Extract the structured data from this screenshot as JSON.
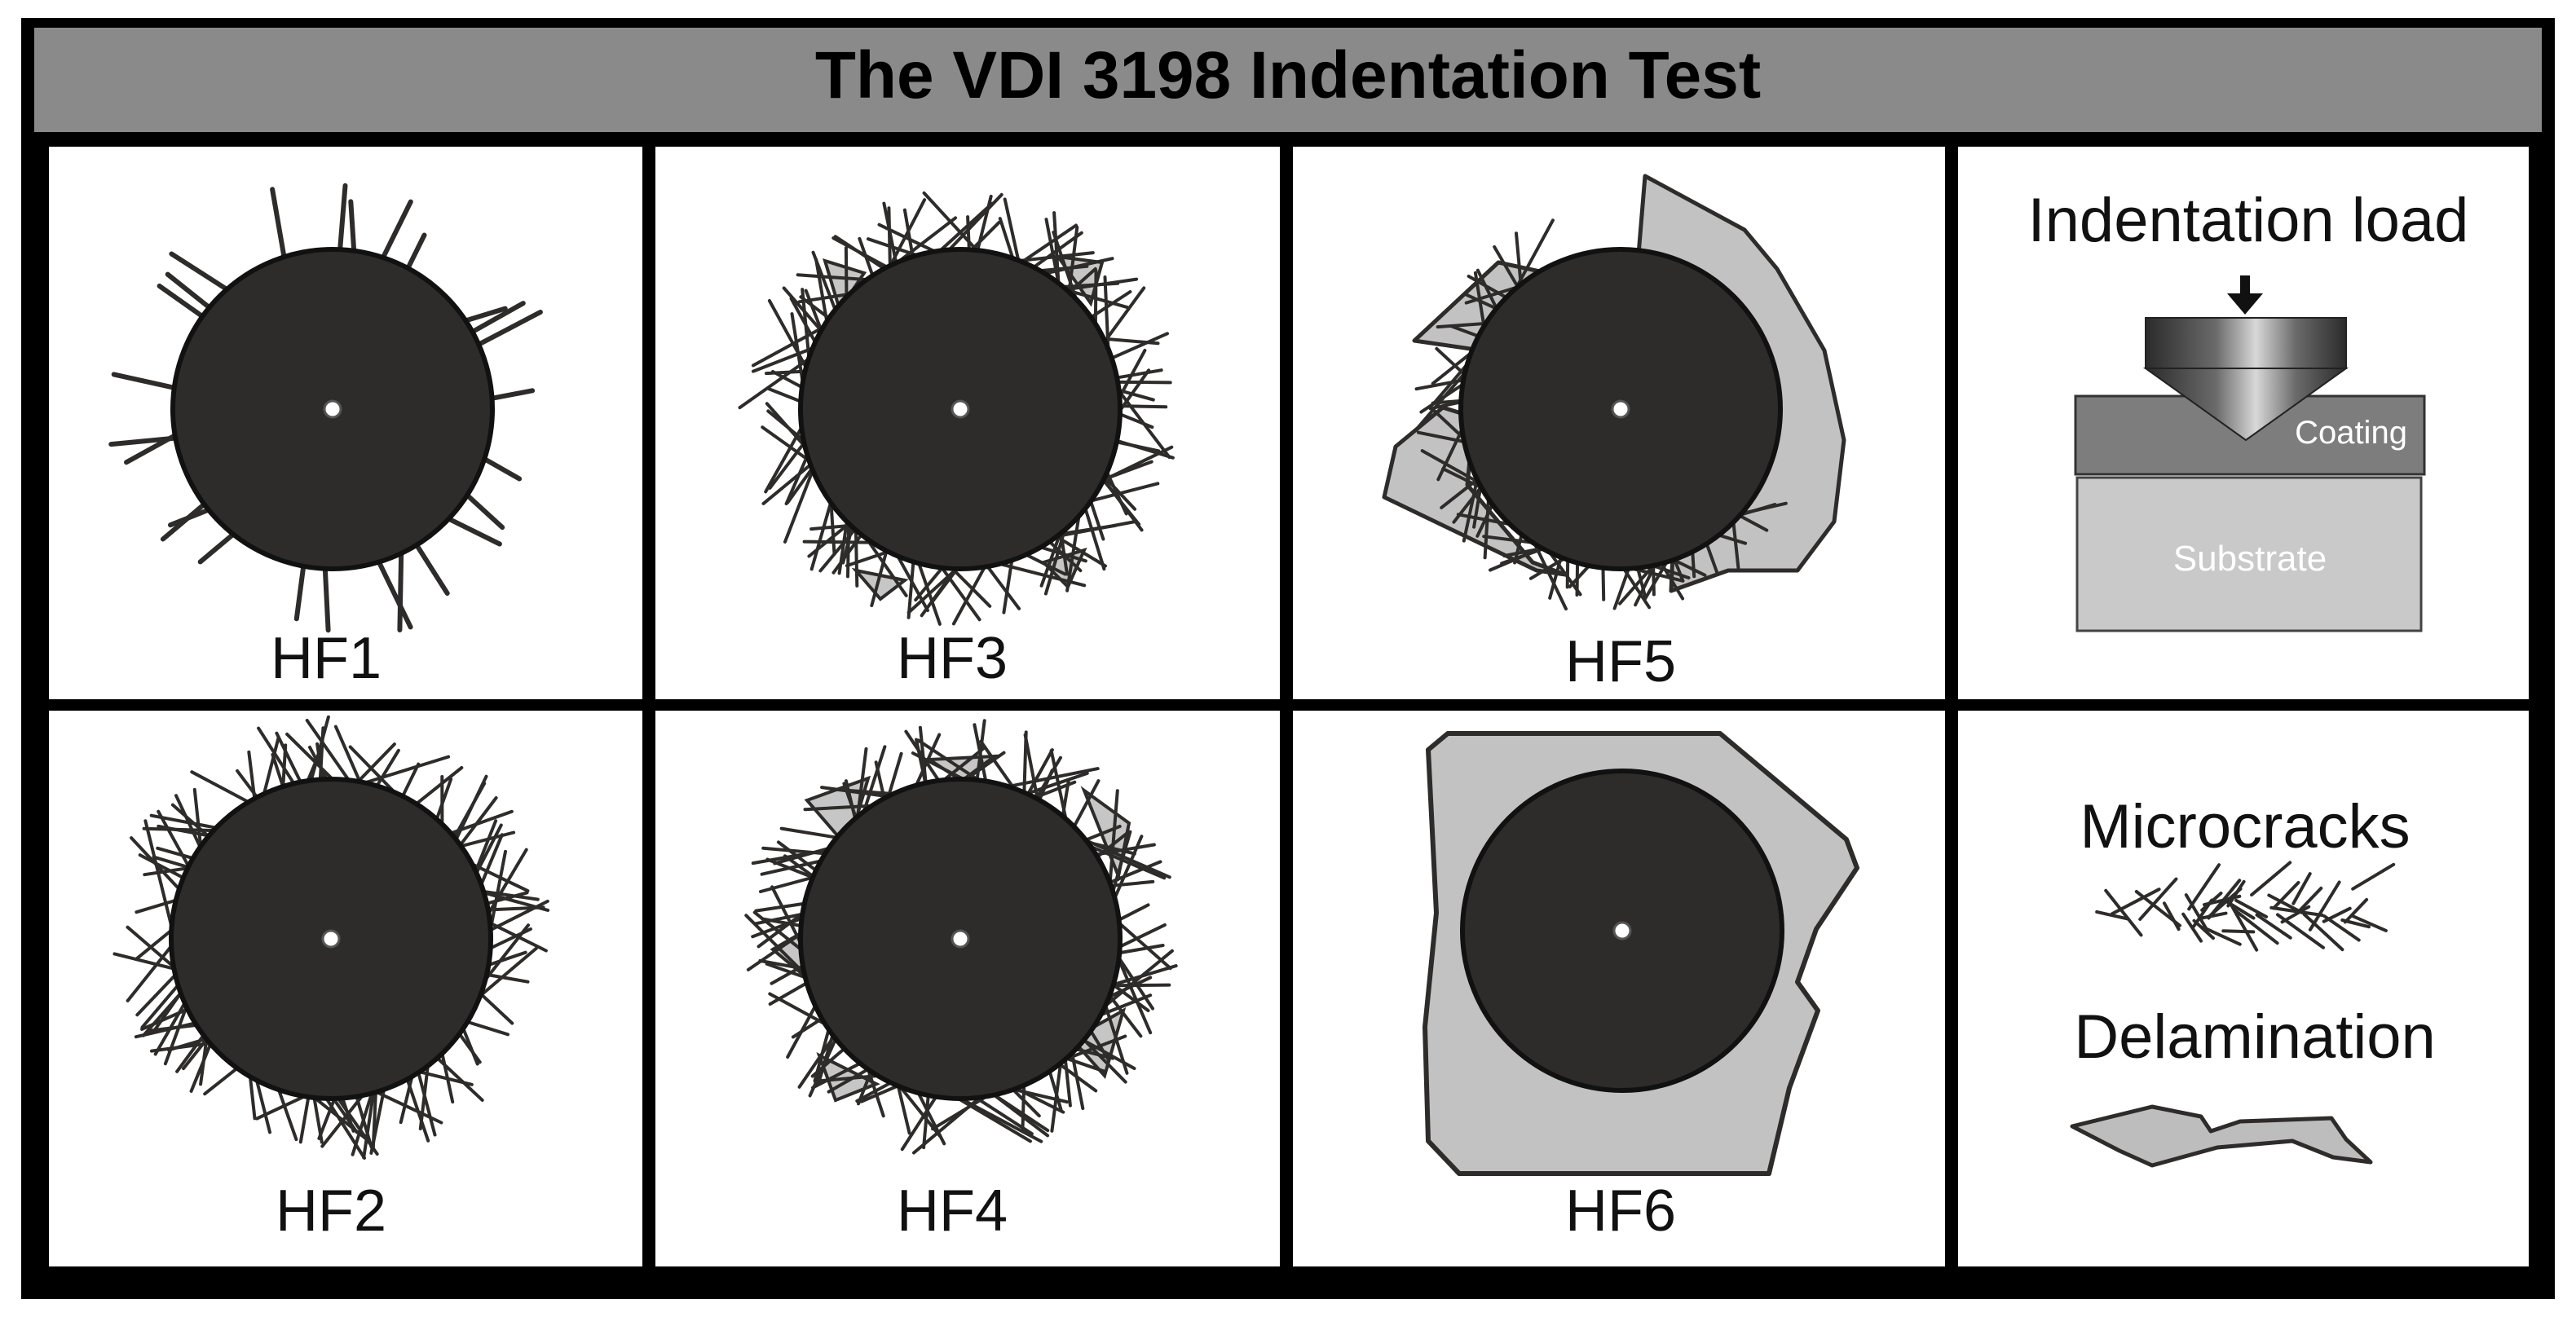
{
  "title": "The VDI 3198 Indentation Test",
  "cells": {
    "hf1": {
      "label": "HF1"
    },
    "hf2": {
      "label": "HF2"
    },
    "hf3": {
      "label": "HF3"
    },
    "hf4": {
      "label": "HF4"
    },
    "hf5": {
      "label": "HF5"
    },
    "hf6": {
      "label": "HF6"
    }
  },
  "legend": {
    "load_label": "Indentation load",
    "coating_label": "Coating",
    "substrate_label": "Substrate",
    "microcracks_label": "Microcracks",
    "delamination_label": "Delamination"
  },
  "colors": {
    "frame": "#000000",
    "title_bar": "#8a8a8a",
    "indent": "#2e2c2b",
    "delamination": "#c2c2c2",
    "coating": "#7d7d7d",
    "substrate": "#c9c9c9"
  }
}
